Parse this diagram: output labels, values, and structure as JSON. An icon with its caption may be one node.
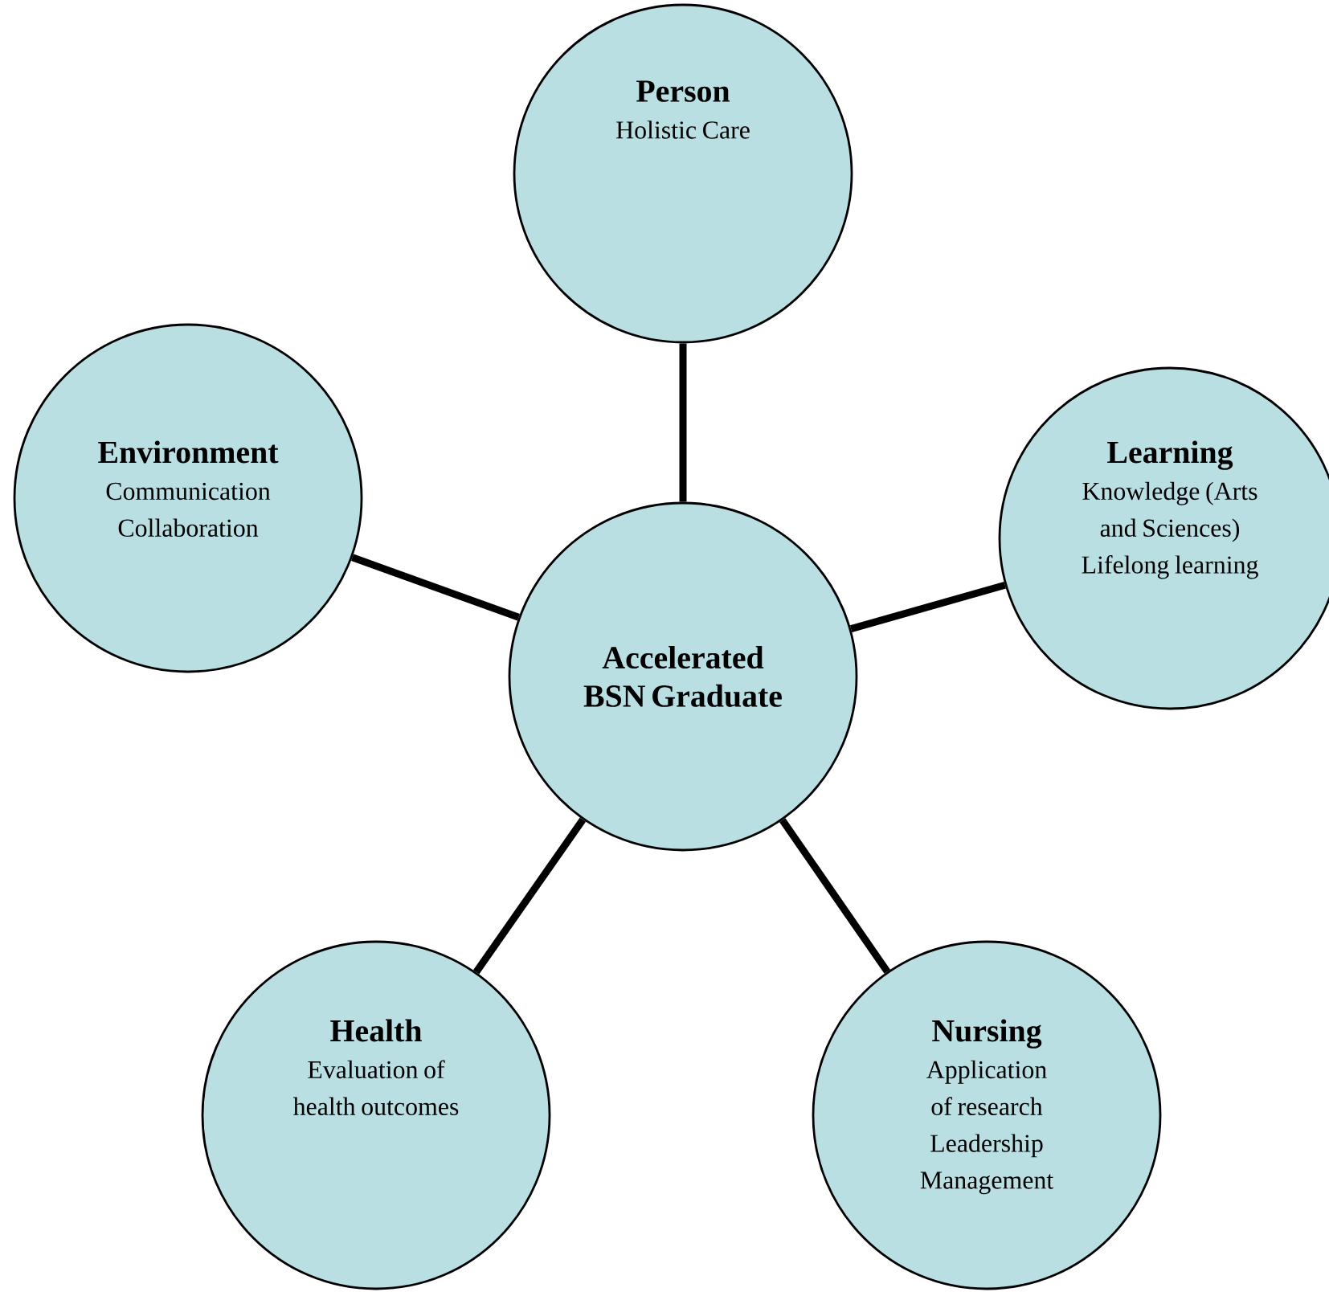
{
  "diagram": {
    "nodes": [
      {
        "text": [
          "Person",
          "Holistic Care"
        ]
      },
      {
        "text": [
          "Environment",
          "Communication",
          "Collaboration"
        ]
      },
      {
        "text": [
          "Learning",
          "Knowledge (Arts and Sciences)",
          "Lifelong learning"
        ]
      },
      {
        "text": [
          "Accelerated BSN Graduate"
        ]
      },
      {
        "text": [
          "Health",
          "Evaluation of health outcomes"
        ]
      },
      {
        "text": [
          "Nursing",
          "Application of research",
          "Leadership",
          "Management"
        ]
      }
    ],
    "edges": [
      {
        "from": 3,
        "to": 0,
        "arrow": "none"
      },
      {
        "from": 3,
        "to": 1,
        "arrow": "none"
      },
      {
        "from": 3,
        "to": 2,
        "arrow": "none"
      },
      {
        "from": 3,
        "to": 4,
        "arrow": "none"
      },
      {
        "from": 3,
        "to": 5,
        "arrow": "none"
      }
    ]
  }
}
